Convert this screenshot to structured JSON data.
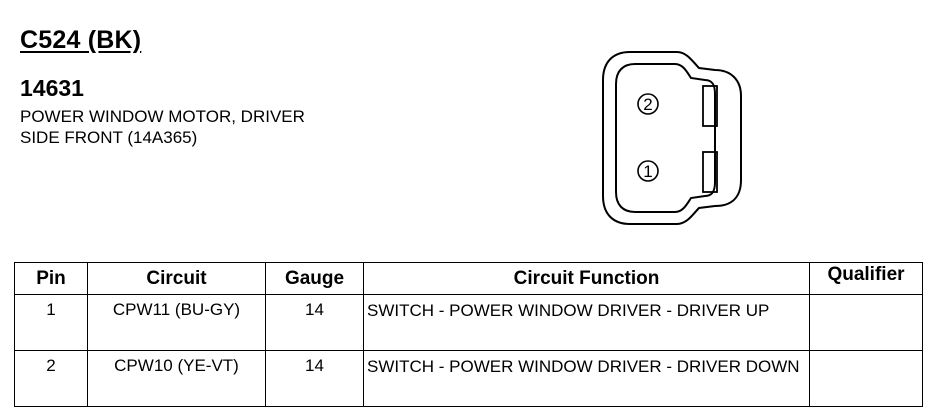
{
  "connector": {
    "id": "C524 (BK)",
    "part_number": "14631",
    "description_lines": [
      "POWER WINDOW MOTOR, DRIVER",
      "SIDE FRONT (14A365)"
    ]
  },
  "diagram": {
    "pin_labels": [
      "2",
      "1"
    ]
  },
  "table": {
    "headers": {
      "pin": "Pin",
      "circuit": "Circuit",
      "gauge": "Gauge",
      "function": "Circuit Function",
      "qualifier": "Qualifier"
    },
    "rows": [
      {
        "pin": "1",
        "circuit": "CPW11 (BU-GY)",
        "gauge": "14",
        "function": "SWITCH - POWER WINDOW DRIVER - DRIVER UP",
        "qualifier": ""
      },
      {
        "pin": "2",
        "circuit": "CPW10 (YE-VT)",
        "gauge": "14",
        "function": "SWITCH - POWER WINDOW DRIVER - DRIVER DOWN",
        "qualifier": ""
      }
    ]
  }
}
